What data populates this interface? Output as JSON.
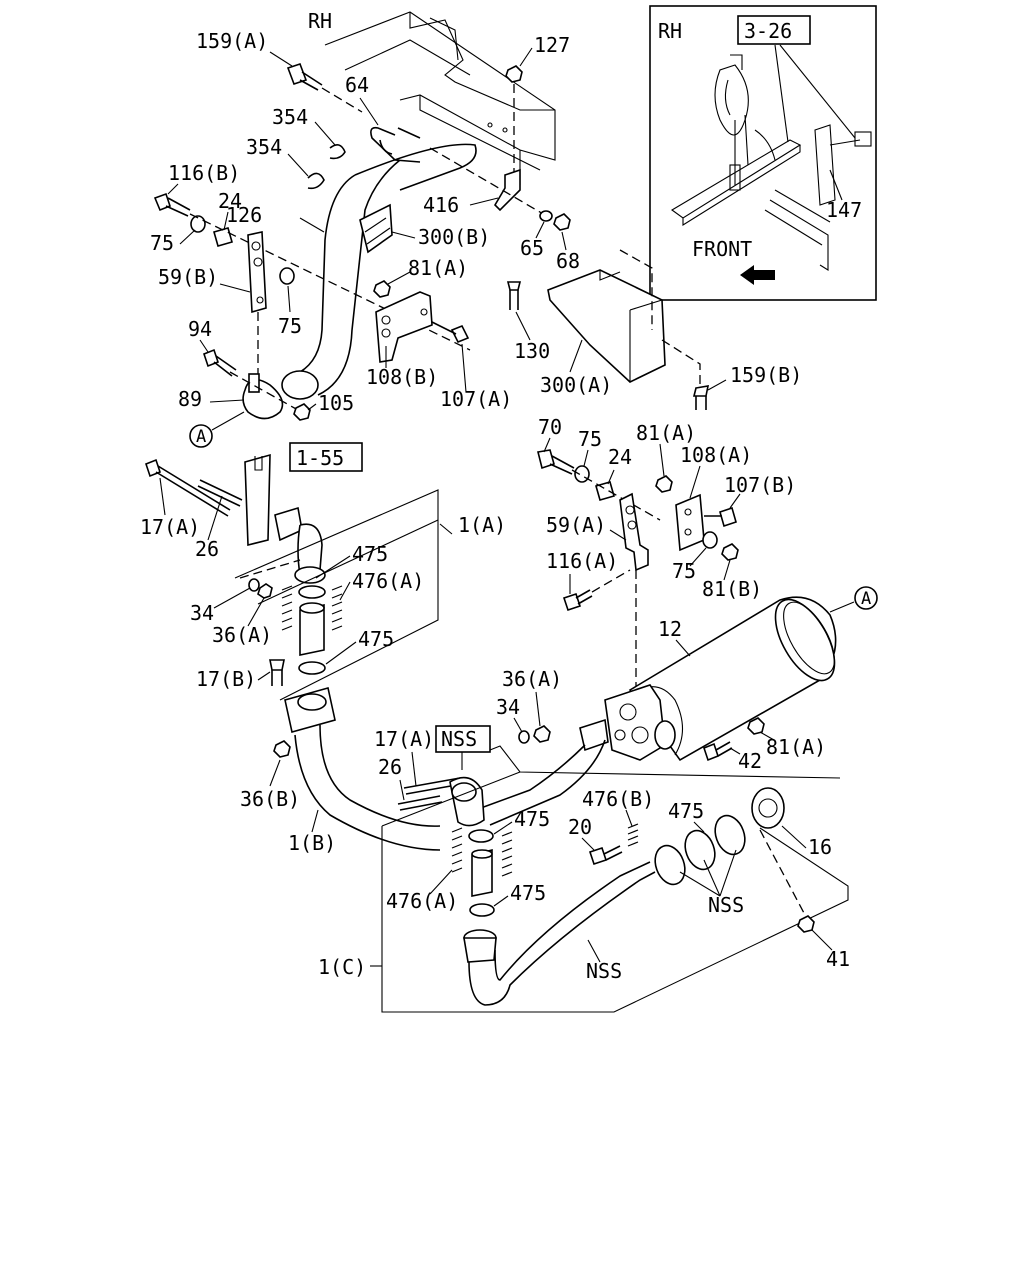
{
  "labels": {
    "rh_main": "RH",
    "rh_inset": "RH",
    "front": "FRONT",
    "ref_3_26": "3-26",
    "ref_1_55": "1-55",
    "p159a": "159(A)",
    "p127": "127",
    "p64": "64",
    "p354a": "354",
    "p354b": "354",
    "p116b": "116(B)",
    "p24a": "24",
    "p126": "126",
    "p75a": "75",
    "p59b": "59(B)",
    "p75b": "75",
    "p94": "94",
    "p89": "89",
    "p105": "105",
    "circA1": "A",
    "p416": "416",
    "p300b": "300(B)",
    "p65": "65",
    "p68": "68",
    "p81a1": "81(A)",
    "p108b": "108(B)",
    "p107a": "107(A)",
    "p130": "130",
    "p300a": "300(A)",
    "p159b": "159(B)",
    "p147": "147",
    "p17a1": "17(A)",
    "p26a": "26",
    "p475a": "475",
    "p1a": "1(A)",
    "p476a1": "476(A)",
    "p34a": "34",
    "p36a1": "36(A)",
    "p475b": "475",
    "p17b": "17(B)",
    "p36b": "36(B)",
    "p1b": "1(B)",
    "p70": "70",
    "p75c": "75",
    "p24b": "24",
    "p81a2": "81(A)",
    "p108a": "108(A)",
    "p107b": "107(B)",
    "p59a": "59(A)",
    "p116a": "116(A)",
    "p75d": "75",
    "p81b": "81(B)",
    "circA2": "A",
    "p12": "12",
    "p36a2": "36(A)",
    "p34b": "34",
    "p17a2": "17(A)",
    "nss1": "NSS",
    "p26b": "26",
    "p81a3": "81(A)",
    "p42": "42",
    "p476b": "476(B)",
    "p475c": "475",
    "p475d": "475",
    "p20": "20",
    "p16": "16",
    "p476a2": "476(A)",
    "p475e": "475",
    "nss2": "NSS",
    "p1c": "1(C)",
    "nss3": "NSS",
    "p41": "41"
  }
}
